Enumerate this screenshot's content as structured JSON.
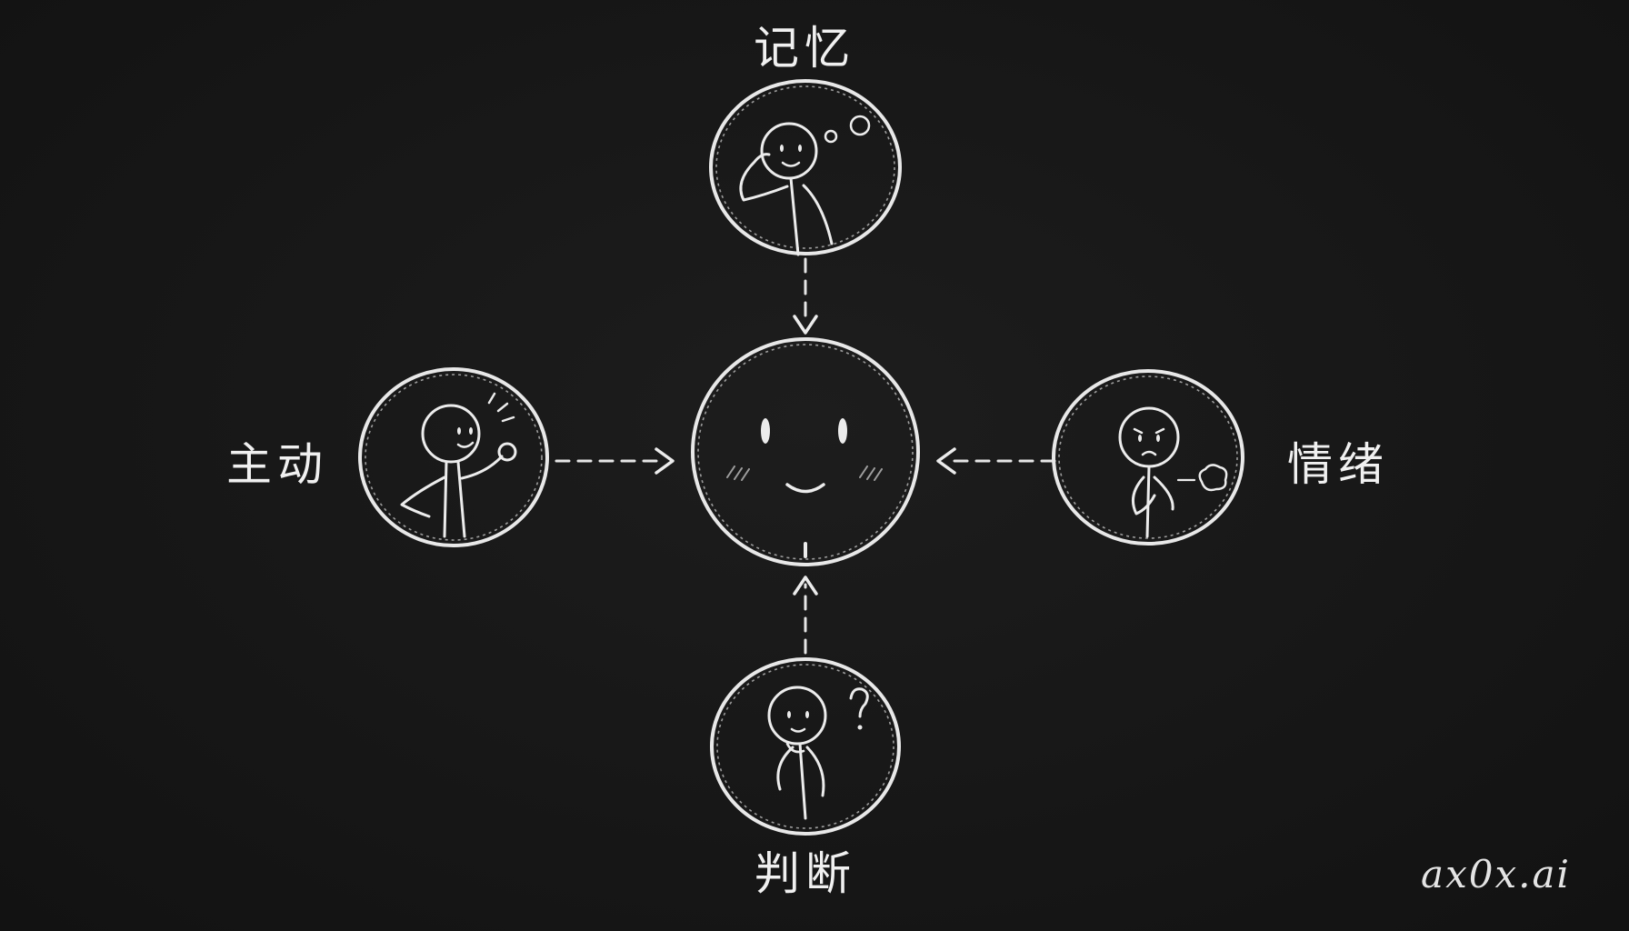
{
  "labels": {
    "top": "记忆",
    "left": "主动",
    "right": "情绪",
    "bottom": "判断"
  },
  "watermark": "ax0x.ai",
  "nodes": [
    {
      "id": "center",
      "icon": "smiley-face-icon"
    },
    {
      "id": "memory",
      "icon": "thinking-stick-figure-icon"
    },
    {
      "id": "initiative",
      "icon": "waving-stick-figure-icon"
    },
    {
      "id": "emotion",
      "icon": "sighing-stick-figure-icon"
    },
    {
      "id": "judgment",
      "icon": "questioning-stick-figure-icon"
    }
  ],
  "colors": {
    "background": "#161616",
    "chalk": "#ececec"
  }
}
